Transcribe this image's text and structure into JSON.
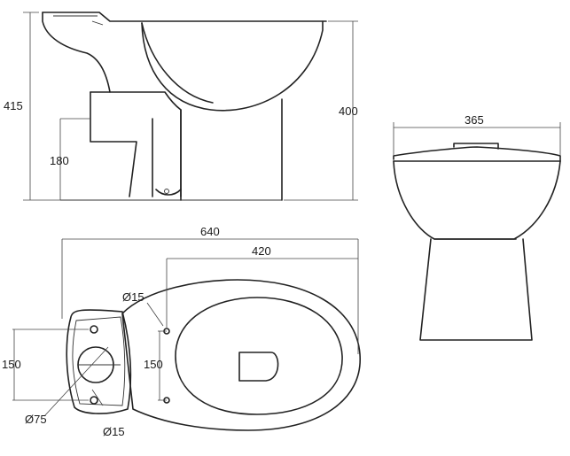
{
  "colors": {
    "line": "#222222",
    "dimension": "#444444",
    "background": "#ffffff"
  },
  "side_view": {
    "overall_height": "415",
    "bowl_height": "400",
    "outlet_height": "180"
  },
  "front_view": {
    "width": "365"
  },
  "plan_view": {
    "overall_length": "640",
    "pan_length": "420",
    "cistern_bolt_spacing": "150",
    "fixing_hole_spacing": "150",
    "fixing_hole_diameter": "Ø15",
    "outlet_diameter": "Ø75",
    "cistern_hole_diameter": "Ø15"
  }
}
